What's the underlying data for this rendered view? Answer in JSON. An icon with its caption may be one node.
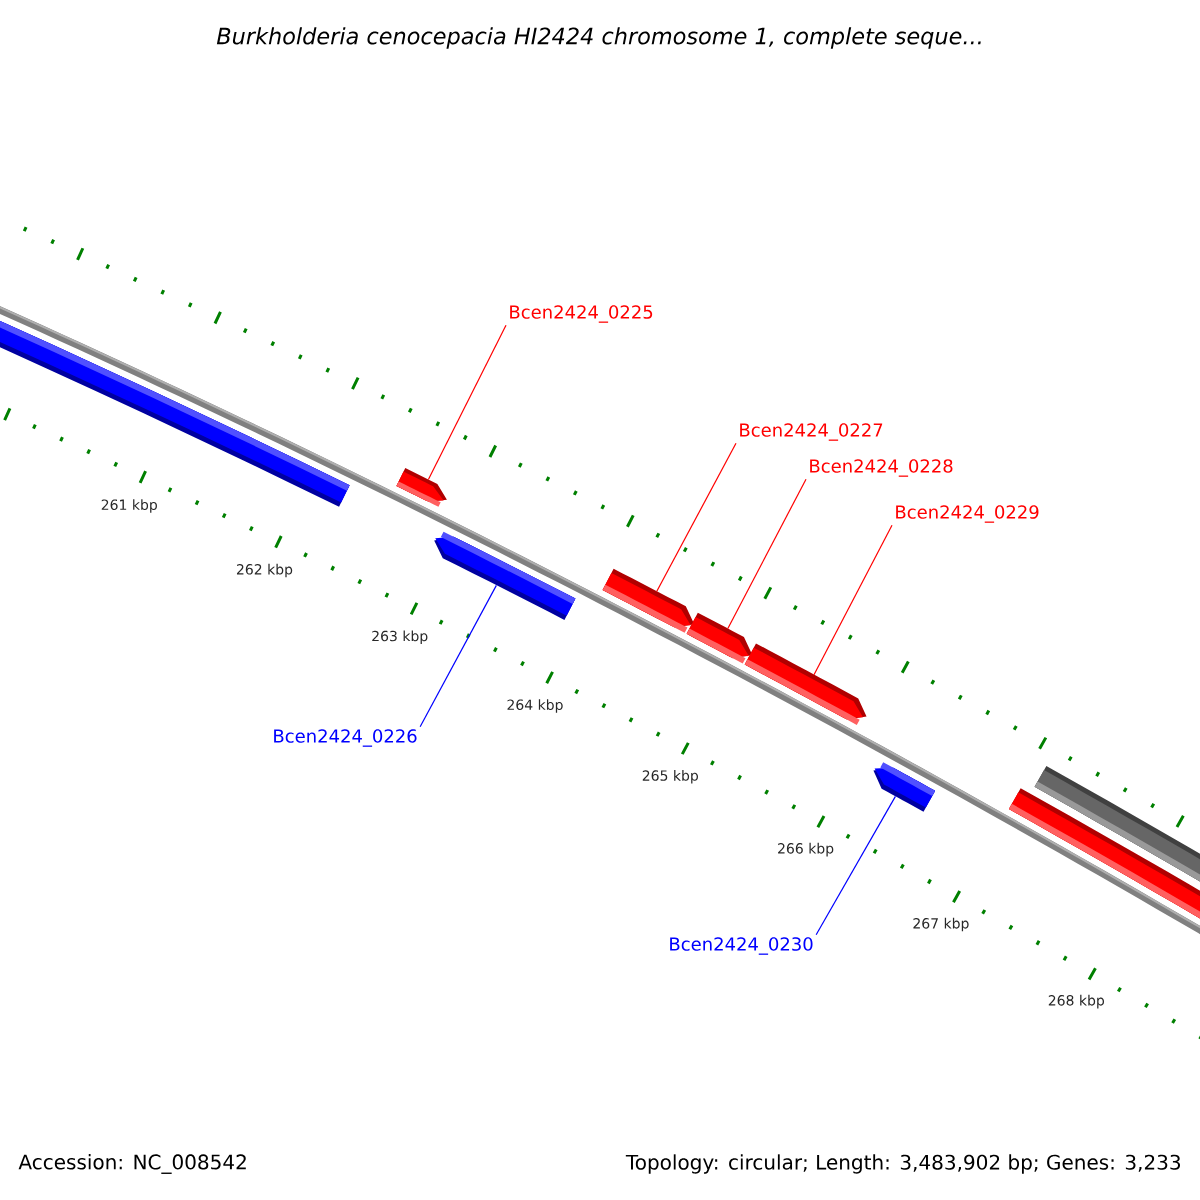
{
  "diagram": {
    "title": "Burkholderia cenocepacia HI2424 chromosome 1, complete seque...",
    "nodes": [
      {
        "text": [
          "Bcen2424_0225"
        ]
      },
      {
        "text": [],
        "shape": "bar"
      },
      {
        "text": [],
        "shape": "bar"
      },
      {
        "text": [
          "Bcen2424_0227"
        ]
      },
      {
        "text": [
          "Bcen2424_0228"
        ]
      },
      {
        "text": [
          "Bcen2424_0229"
        ]
      },
      {
        "text": [],
        "shape": "bar"
      },
      {
        "text": [],
        "shape": "bar"
      },
      {
        "text": [],
        "shape": "bar"
      },
      {
        "text": [],
        "shape": "bar"
      },
      {
        "text": [
          "Bcen2424_0226"
        ]
      },
      {
        "text": [],
        "shape": "bar"
      },
      {
        "text": [],
        "shape": "bar"
      },
      {
        "text": [],
        "shape": "bar"
      },
      {
        "text": [
          "Bcen2424_0230"
        ]
      }
    ],
    "edges": [
      {
        "from": 0,
        "to": 2,
        "arrow": "none"
      },
      {
        "from": 3,
        "to": 7,
        "arrow": "none"
      },
      {
        "from": 4,
        "to": 8,
        "arrow": "none"
      },
      {
        "from": 5,
        "to": 9,
        "arrow": "none"
      },
      {
        "from": 10,
        "to": 6,
        "arrow": "none",
        "color": "#0000ff"
      },
      {
        "from": 14,
        "to": 11,
        "arrow": "none",
        "color": "#0000ff"
      }
    ],
    "labels": [
      "261 kbp",
      "262 kbp",
      "263 kbp",
      "264 kbp",
      "265 kbp",
      "266 kbp",
      "267 kbp",
      "268 kbp",
      "Accession: NC_008542",
      "Topology: circular; Length: 3,483,902 bp; Genes: 3,233"
    ]
  }
}
